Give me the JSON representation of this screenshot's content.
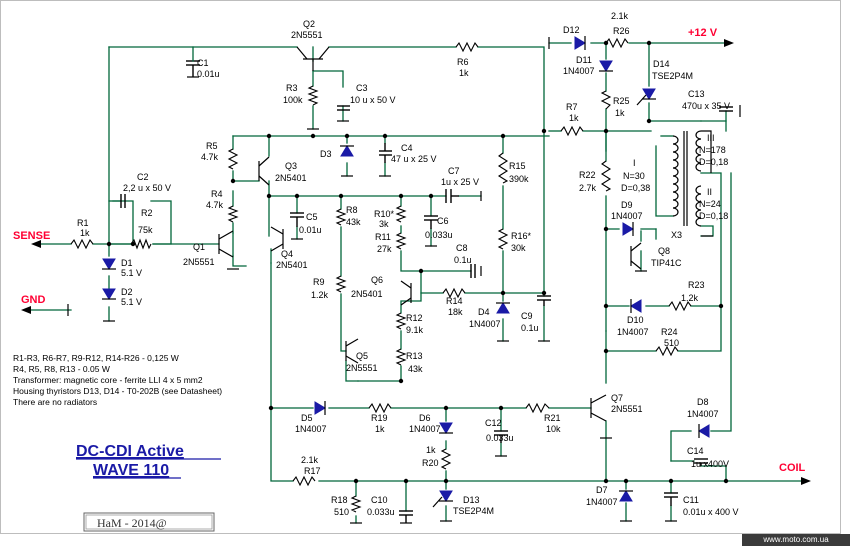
{
  "labels": {
    "sense": "SENSE",
    "gnd": "GND",
    "v12": "+12  V",
    "coil": "COIL",
    "q1": "Q1",
    "q1v": "2N5551",
    "q2": "Q2",
    "q2v": "2N5551",
    "q3": "Q3",
    "q3v": "2N5401",
    "q4": "Q4",
    "q4v": "2N5401",
    "q5": "Q5",
    "q5v": "2N5551",
    "q6": "Q6",
    "q6v": "2N5401",
    "q7": "Q7",
    "q7v": "2N5551",
    "q8": "Q8",
    "q8v": "TIP41C",
    "r1": "R1",
    "r1v": "1k",
    "r2": "R2",
    "r2v": "75k",
    "r3": "R3",
    "r3v": "100k",
    "r4": "R4",
    "r4v": "4.7k",
    "r5": "R5",
    "r5v": "4.7k",
    "r6": "R6",
    "r6v": "1k",
    "r7": "R7",
    "r7v": "1k",
    "r8": "R8",
    "r8v": "43k",
    "r9": "R9",
    "r9v": "1.2k",
    "r10": "R10*",
    "r10v": "3k",
    "r11": "R11",
    "r11v": "27k",
    "r12": "R12",
    "r12v": "9.1k",
    "r13": "R13",
    "r13v": "43k",
    "r14": "R14",
    "r14v": "18k",
    "r15": "R15",
    "r15v": "390k",
    "r16": "R16*",
    "r16v": "30k",
    "r17": "R17",
    "r17v": "2.1k",
    "r18": "R18",
    "r18v": "510",
    "r19": "R19",
    "r19v": "1k",
    "r20": "R20",
    "r20v": "1k",
    "r21": "R21",
    "r21v": "10k",
    "r22": "R22",
    "r22v": "2.7k",
    "r23": "R23",
    "r23v": "1.2k",
    "r24": "R24",
    "r24v": "510",
    "r25": "R25",
    "r25v": "1k",
    "r26": "R26",
    "r26v": "2.1k",
    "c1": "C1",
    "c1v": "0.01u",
    "c2": "C2",
    "c2v": "2,2 u x 50 V",
    "c3": "C3",
    "c3v": "10 u x 50 V",
    "c4": "C4",
    "c4v": "47 u x 25 V",
    "c5": "C5",
    "c5v": "0.01u",
    "c6": "C6",
    "c6v": "0.033u",
    "c7": "C7",
    "c7v": "1u x 25 V",
    "c8": "C8",
    "c8v": "0.1u",
    "c9": "C9",
    "c9v": "0.1u",
    "c10": "C10",
    "c10v": "0.033u",
    "c11": "C11",
    "c11v": "0.01u x 400 V",
    "c12": "C12",
    "c12v": "0.033u",
    "c13": "C13",
    "c13v": "470u x 35 V",
    "c14": "C14",
    "c14v": "1u x400V",
    "d1": "D1",
    "d1v": "5.1 V",
    "d2": "D2",
    "d2v": "5.1 V",
    "d3": "D3",
    "d4": "D4",
    "d4v": "1N4007",
    "d5": "D5",
    "d5v": "1N4007",
    "d6": "D6",
    "d6v": "1N4007",
    "d7": "D7",
    "d7v": "1N4007",
    "d8": "D8",
    "d8v": "1N4007",
    "d9": "D9",
    "d9v": "1N4007",
    "d10": "D10",
    "d10v": "1N4007",
    "d11": "D11",
    "d11v": "1N4007",
    "d12": "D12",
    "d13": "D13",
    "d13v": "TSE2P4M",
    "d14": "D14",
    "d14v": "TSE2P4M",
    "x3": "X3",
    "w1": "I",
    "w1n": "N=30",
    "w1d": "D=0,38",
    "w2": "II",
    "w2n": "N=24",
    "w2d": "D=0,18",
    "w3": "III",
    "w3n": "N=178",
    "w3d": "D=0,18"
  },
  "notes": [
    "R1-R3, R6-R7, R9-R12, R14-R26 - 0,125 W",
    "R4, R5, R8, R13 - 0.05 W",
    "Transformer: magnetic core - ferrite LLI 4 x 5 mm2",
    "Housing thyristors D13, D14 - T0-202B (see Datasheet)",
    "There are no radiators"
  ],
  "title": {
    "line1": "DC-CDI Active",
    "line2": "WAVE 110"
  },
  "copyright": "HaM - 2014@",
  "footer": "www.moto.com.ua",
  "colors": {
    "wire": "#00663a",
    "title": "#1a1aa6",
    "supply": "#ff0033"
  }
}
